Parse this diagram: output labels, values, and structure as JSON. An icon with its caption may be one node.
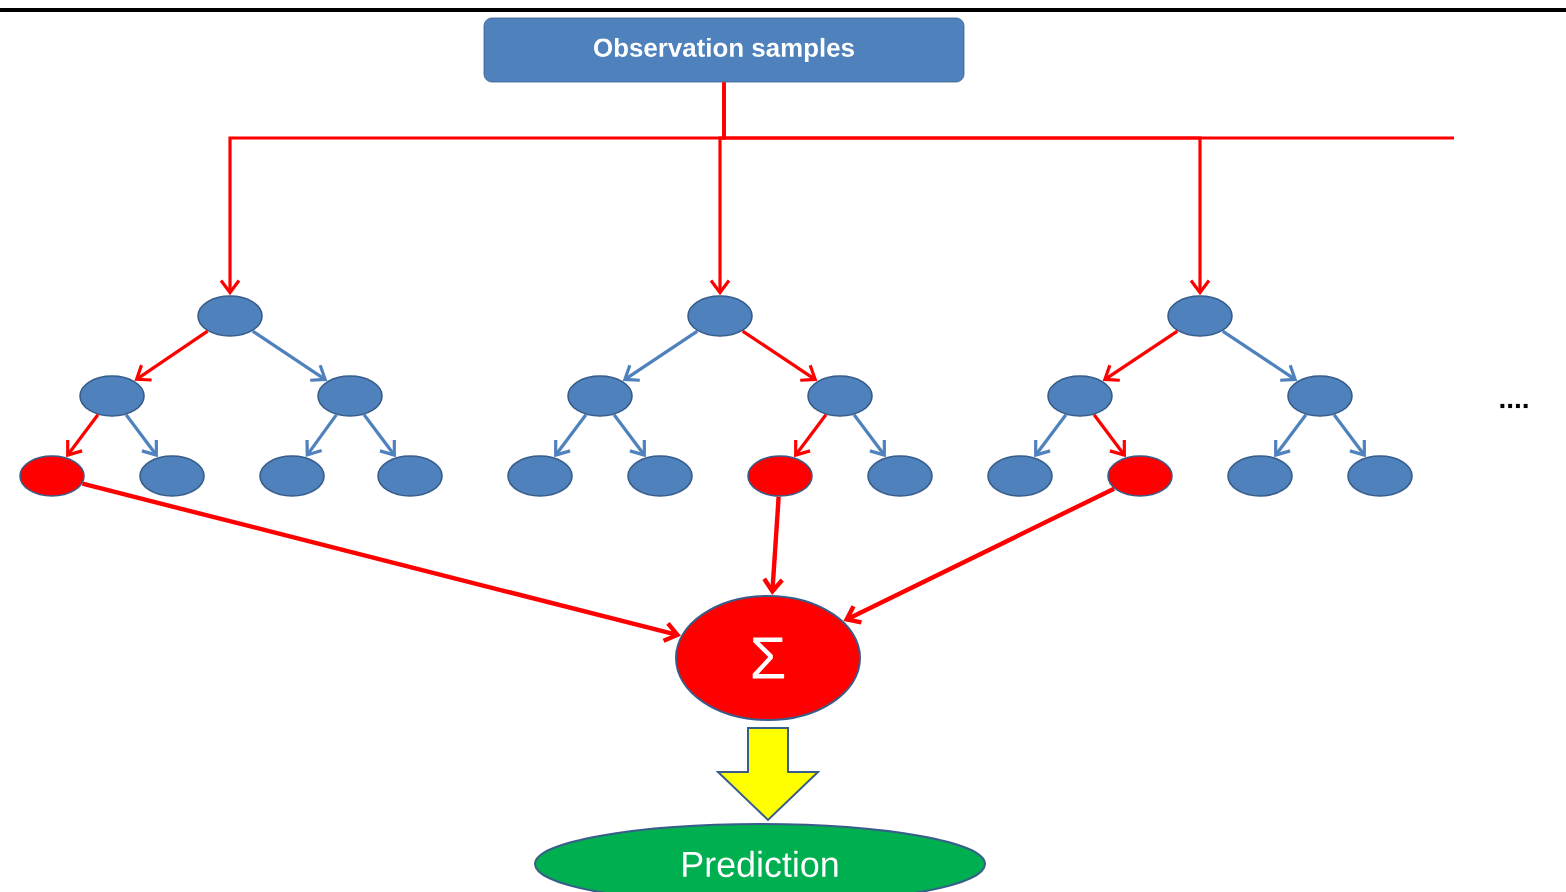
{
  "diagram": {
    "nodes": [
      {
        "text": [
          "Observation samples"
        ]
      },
      {
        "text": [],
        "shape": "circle"
      },
      {
        "text": [],
        "shape": "circle"
      },
      {
        "text": [],
        "shape": "circle"
      },
      {
        "text": [],
        "shape": "circle"
      },
      {
        "text": [],
        "shape": "circle"
      },
      {
        "text": [],
        "shape": "circle"
      },
      {
        "text": [],
        "shape": "circle"
      },
      {
        "text": [],
        "shape": "circle"
      },
      {
        "text": [],
        "shape": "circle"
      },
      {
        "text": [],
        "shape": "circle"
      },
      {
        "text": [],
        "shape": "circle"
      },
      {
        "text": [],
        "shape": "circle"
      },
      {
        "text": [],
        "shape": "circle"
      },
      {
        "text": [],
        "shape": "circle"
      },
      {
        "text": [],
        "shape": "circle"
      },
      {
        "text": [],
        "shape": "circle"
      },
      {
        "text": [],
        "shape": "circle"
      },
      {
        "text": [],
        "shape": "circle"
      },
      {
        "text": [],
        "shape": "circle"
      },
      {
        "text": [],
        "shape": "circle"
      },
      {
        "text": [],
        "shape": "circle"
      },
      {
        "text": [
          "Σ"
        ]
      },
      {
        "text": [
          "Prediction"
        ]
      }
    ],
    "edges": [
      {
        "from": 0,
        "to": 1,
        "arrow": "to"
      },
      {
        "from": 0,
        "to": 8,
        "arrow": "to"
      },
      {
        "from": 0,
        "to": 15,
        "arrow": "to"
      },
      {
        "from": 0,
        "to": null,
        "arrow": "none"
      },
      {
        "from": 1,
        "to": 2,
        "arrow": "to"
      },
      {
        "from": 1,
        "to": 3,
        "arrow": "to",
        "color": "#4f81bd"
      },
      {
        "from": 2,
        "to": 4,
        "arrow": "to"
      },
      {
        "from": 2,
        "to": 5,
        "arrow": "to",
        "color": "#4f81bd"
      },
      {
        "from": 3,
        "to": 6,
        "arrow": "to",
        "color": "#4f81bd"
      },
      {
        "from": 3,
        "to": 7,
        "arrow": "to",
        "color": "#4f81bd"
      },
      {
        "from": 8,
        "to": 9,
        "arrow": "to",
        "color": "#4f81bd"
      },
      {
        "from": 8,
        "to": 10,
        "arrow": "to"
      },
      {
        "from": 9,
        "to": 11,
        "arrow": "to",
        "color": "#4f81bd"
      },
      {
        "from": 9,
        "to": 12,
        "arrow": "to",
        "color": "#4f81bd"
      },
      {
        "from": 10,
        "to": 13,
        "arrow": "to"
      },
      {
        "from": 10,
        "to": 14,
        "arrow": "to",
        "color": "#4f81bd"
      },
      {
        "from": 15,
        "to": 16,
        "arrow": "to"
      },
      {
        "from": 15,
        "to": 17,
        "arrow": "to",
        "color": "#4f81bd"
      },
      {
        "from": 16,
        "to": 18,
        "arrow": "to",
        "color": "#4f81bd"
      },
      {
        "from": 16,
        "to": 19,
        "arrow": "to"
      },
      {
        "from": 17,
        "to": 20,
        "arrow": "to",
        "color": "#4f81bd"
      },
      {
        "from": 17,
        "to": 21,
        "arrow": "to",
        "color": "#4f81bd"
      },
      {
        "from": 4,
        "to": 22,
        "arrow": "to"
      },
      {
        "from": 13,
        "to": 22,
        "arrow": "to"
      },
      {
        "from": 19,
        "to": 22,
        "arrow": "to"
      },
      {
        "from": 22,
        "to": 23,
        "arrow": "to",
        "style": "thick",
        "color": "#ffff00"
      }
    ],
    "labels": [
      "...."
    ]
  }
}
